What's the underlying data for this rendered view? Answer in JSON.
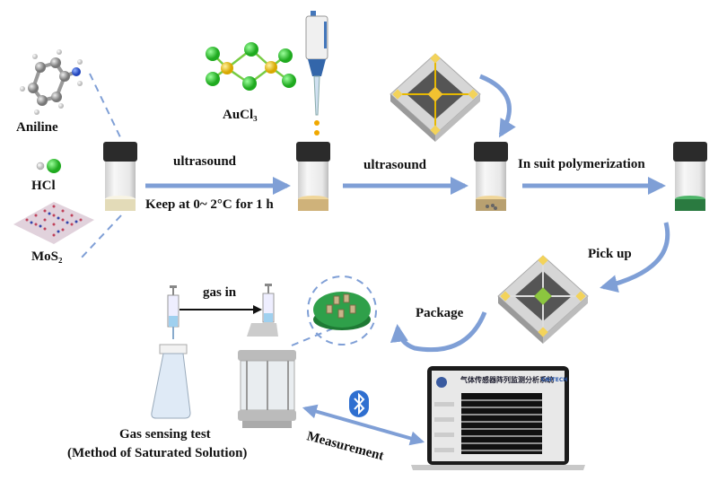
{
  "reagents": {
    "aniline": "Aniline",
    "hcl": "HCl",
    "mos2": "MoS₂",
    "aucl3": "AuCl₃"
  },
  "steps": {
    "step1_top": "ultrasound",
    "step1_bottom": "Keep at 0~ 2°C for 1 h",
    "step2": "ultrasound",
    "step3": "In suit polymerization",
    "step4": "Pick up",
    "step5": "Package",
    "gas_in": "gas in",
    "measurement": "Measurement",
    "test_title": "Gas sensing test",
    "test_subtitle": "(Method of Saturated Solution)"
  },
  "laptop_screen": {
    "title": "气体传感器阵列监测分析系统",
    "brand": "CNITECH"
  },
  "colors": {
    "arrow": "#7f9fd6",
    "vial_cap": "#2b2b2b",
    "liquid_initial": "#efe9d0",
    "liquid_gold": "#e3c588",
    "liquid_green": "#3e9e58",
    "cl_atom": "#33cc33",
    "au_atom": "#f0cc33",
    "pcb": "#2fa04a",
    "bluetooth": "#2f6fd0"
  },
  "icons": [
    "bluetooth-icon",
    "pipette-icon",
    "syringe-icon",
    "vial-icon",
    "sensor-chip-icon",
    "laptop-icon"
  ]
}
